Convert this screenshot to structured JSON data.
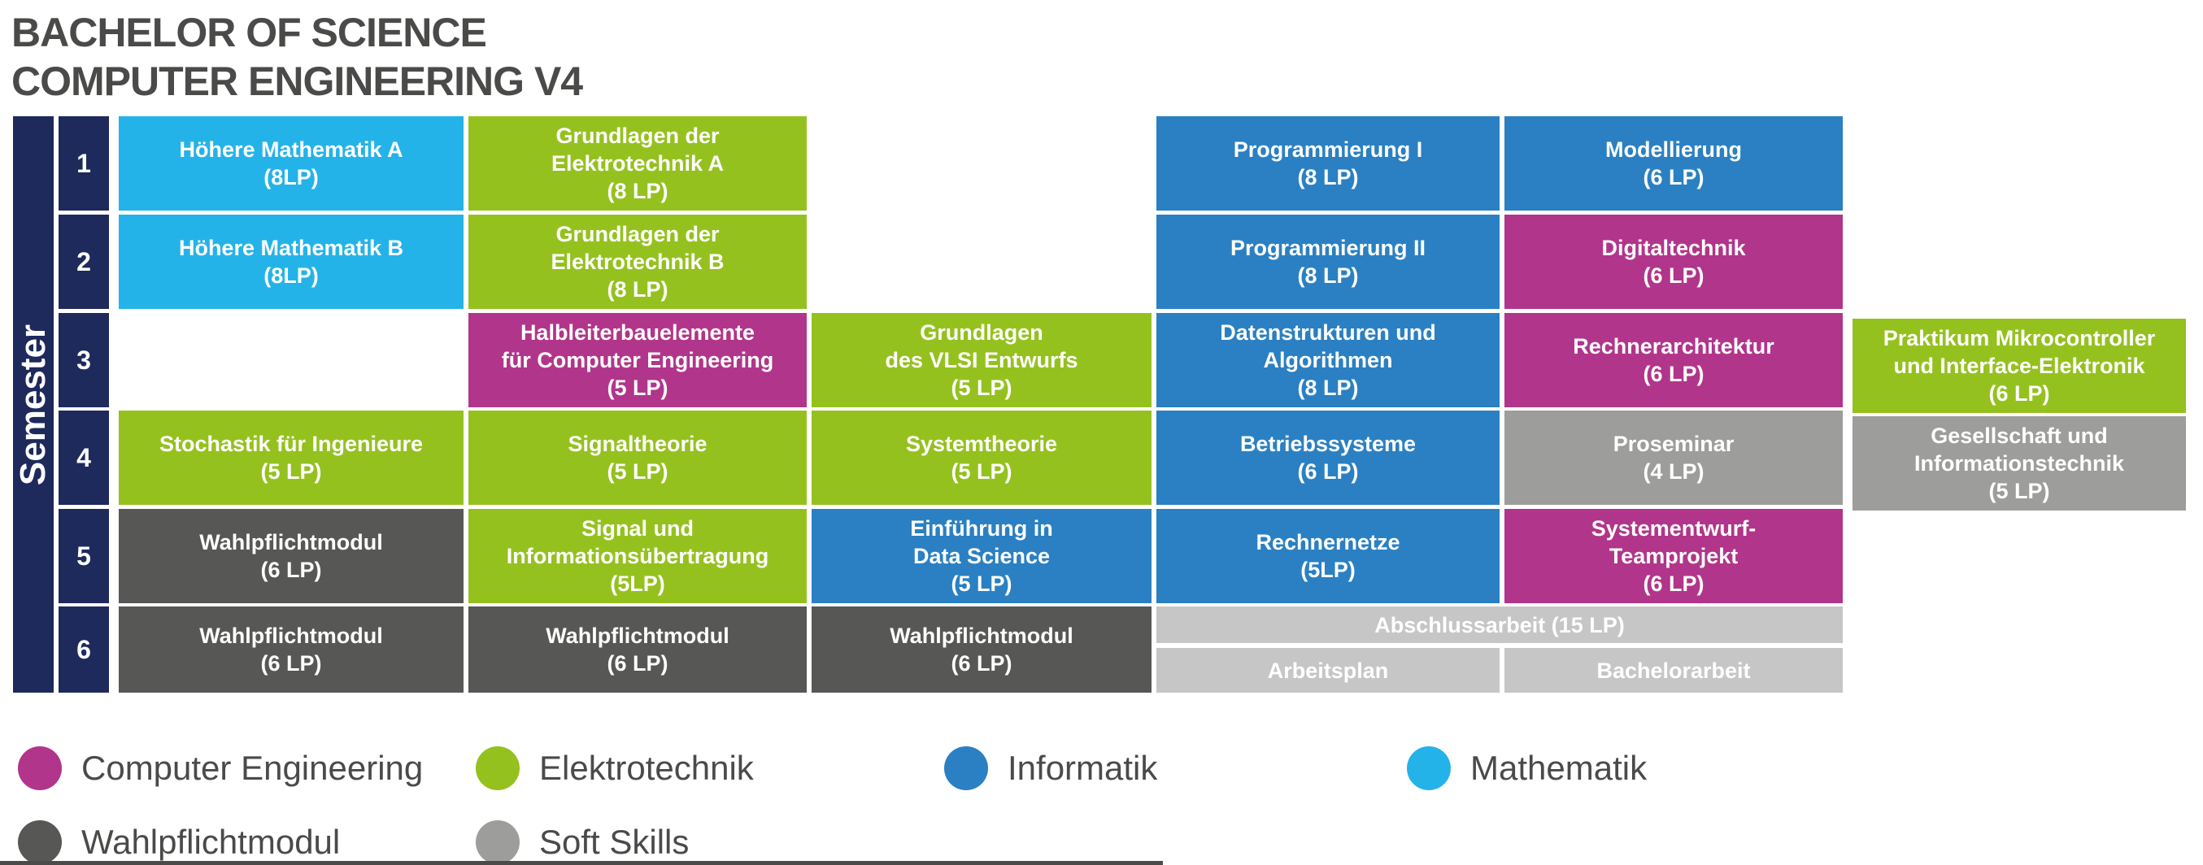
{
  "title": {
    "line1": "BACHELOR OF SCIENCE",
    "line2": "COMPUTER ENGINEERING V4"
  },
  "semester_axis_label": "Semester",
  "semester_band_color": "#1e2a5c",
  "text_color": "#4a4a49",
  "thesis_color": "#c6c6c6",
  "bottom_cut_line_color": "#4b4b4a",
  "categories": {
    "computer_engineering": {
      "label": "Computer Engineering",
      "color": "#b1358a"
    },
    "elektrotechnik": {
      "label": "Elektrotechnik",
      "color": "#95c11f"
    },
    "informatik": {
      "label": "Informatik",
      "color": "#2a80c2"
    },
    "mathematik": {
      "label": "Mathematik",
      "color": "#24b3e8"
    },
    "wahlpflichtmodul": {
      "label": "Wahlpflichtmodul",
      "color": "#575756"
    },
    "soft_skills": {
      "label": "Soft Skills",
      "color": "#9d9d9c"
    }
  },
  "semesters": [
    {
      "number": "1",
      "modules": [
        {
          "col": 1,
          "category": "mathematik",
          "lines": [
            "Höhere Mathematik A",
            "(8LP)"
          ]
        },
        {
          "col": 2,
          "category": "elektrotechnik",
          "lines": [
            "Grundlagen der",
            "Elektrotechnik A",
            "(8 LP)"
          ]
        },
        {
          "col": 4,
          "category": "informatik",
          "lines": [
            "Programmierung I",
            "(8 LP)"
          ]
        },
        {
          "col": 5,
          "category": "informatik",
          "lines": [
            "Modellierung",
            "(6 LP)"
          ]
        }
      ]
    },
    {
      "number": "2",
      "modules": [
        {
          "col": 1,
          "category": "mathematik",
          "lines": [
            "Höhere Mathematik B",
            "(8LP)"
          ]
        },
        {
          "col": 2,
          "category": "elektrotechnik",
          "lines": [
            "Grundlagen der",
            "Elektrotechnik B",
            "(8 LP)"
          ]
        },
        {
          "col": 4,
          "category": "informatik",
          "lines": [
            "Programmierung II",
            "(8 LP)"
          ]
        },
        {
          "col": 5,
          "category": "computer_engineering",
          "lines": [
            "Digitaltechnik",
            "(6 LP)"
          ]
        }
      ]
    },
    {
      "number": "3",
      "modules": [
        {
          "col": 2,
          "category": "computer_engineering",
          "lines": [
            "Halbleiterbauelemente",
            "für Computer Engineering",
            "(5 LP)"
          ]
        },
        {
          "col": 3,
          "category": "elektrotechnik",
          "lines": [
            "Grundlagen",
            "des VLSI Entwurfs",
            "(5 LP)"
          ]
        },
        {
          "col": 4,
          "category": "informatik",
          "lines": [
            "Datenstrukturen und",
            "Algorithmen",
            "(8 LP)"
          ]
        },
        {
          "col": 5,
          "category": "computer_engineering",
          "lines": [
            "Rechnerarchitektur",
            "(6 LP)"
          ]
        },
        {
          "col": 6,
          "category": "elektrotechnik",
          "lines": [
            "Praktikum Mikrocontroller",
            "und Interface-Elektronik",
            "(6 LP)"
          ]
        }
      ]
    },
    {
      "number": "4",
      "modules": [
        {
          "col": 1,
          "category": "elektrotechnik",
          "lines": [
            "Stochastik für Ingenieure",
            "(5 LP)"
          ]
        },
        {
          "col": 2,
          "category": "elektrotechnik",
          "lines": [
            "Signaltheorie",
            "(5 LP)"
          ]
        },
        {
          "col": 3,
          "category": "elektrotechnik",
          "lines": [
            "Systemtheorie",
            "(5 LP)"
          ]
        },
        {
          "col": 4,
          "category": "informatik",
          "lines": [
            "Betriebssysteme",
            "(6 LP)"
          ]
        },
        {
          "col": 5,
          "category": "soft_skills",
          "lines": [
            "Proseminar",
            "(4 LP)"
          ]
        },
        {
          "col": 6,
          "category": "soft_skills",
          "lines": [
            "Gesellschaft und",
            "Informationstechnik",
            "(5 LP)"
          ]
        }
      ]
    },
    {
      "number": "5",
      "modules": [
        {
          "col": 1,
          "category": "wahlpflichtmodul",
          "lines": [
            "Wahlpflichtmodul",
            "(6 LP)"
          ]
        },
        {
          "col": 2,
          "category": "elektrotechnik",
          "lines": [
            "Signal und",
            "Informationsübertragung",
            "(5LP)"
          ]
        },
        {
          "col": 3,
          "category": "informatik",
          "lines": [
            "Einführung in",
            "Data Science",
            "(5 LP)"
          ]
        },
        {
          "col": 4,
          "category": "informatik",
          "lines": [
            "Rechnernetze",
            "(5LP)"
          ]
        },
        {
          "col": 5,
          "category": "computer_engineering",
          "lines": [
            "Systementwurf-",
            "Teamprojekt",
            "(6 LP)"
          ]
        }
      ]
    },
    {
      "number": "6",
      "modules": [
        {
          "col": 1,
          "category": "wahlpflichtmodul",
          "lines": [
            "Wahlpflichtmodul",
            "(6 LP)"
          ]
        },
        {
          "col": 2,
          "category": "wahlpflichtmodul",
          "lines": [
            "Wahlpflichtmodul",
            "(6 LP)"
          ]
        },
        {
          "col": 3,
          "category": "wahlpflichtmodul",
          "lines": [
            "Wahlpflichtmodul",
            "(6 LP)"
          ]
        }
      ]
    }
  ],
  "thesis": {
    "header": "Abschlussarbeit (15 LP)",
    "parts": [
      "Arbeitsplan",
      "Bachelorarbeit"
    ]
  },
  "legend_rows": [
    [
      "computer_engineering",
      "elektrotechnik",
      "informatik",
      "mathematik"
    ],
    [
      "wahlpflichtmodul",
      "soft_skills"
    ]
  ]
}
